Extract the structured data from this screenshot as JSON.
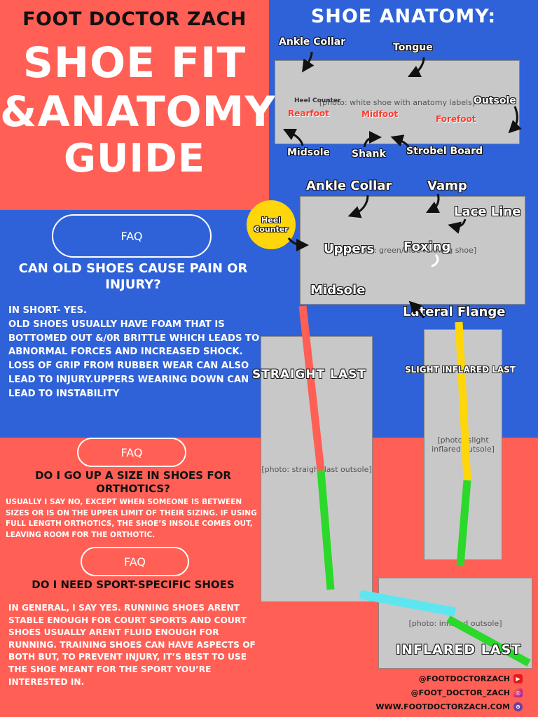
{
  "header": {
    "brand": "FOOT DOCTOR ZACH",
    "hero_line1": "SHOE FIT",
    "hero_line2": "&ANATOMY",
    "hero_line3": "GUIDE"
  },
  "anatomy": {
    "title": "SHOE ANATOMY:",
    "shoe1_labels": {
      "ankle_collar": "Ankle Collar",
      "tongue": "Tongue",
      "outsole": "Outsole",
      "heel_counter": "Heel Counter",
      "rearfoot": "Rearfoot",
      "midfoot": "Midfoot",
      "forefoot": "Forefoot",
      "midsole": "Midsole",
      "shank": "Shank",
      "strobel_board": "Strobel Board"
    },
    "shoe2_labels": {
      "ankle_collar": "Ankle Collar",
      "vamp": "Vamp",
      "lace_line": "Lace Line",
      "heel_counter": "Heel Counter",
      "uppers": "Uppers",
      "foxing": "Foxing",
      "midsole": "Midsole",
      "lateral_flange": "Lateral Flange"
    },
    "shoe1_image": "[photo: white shoe with anatomy labels]",
    "shoe2_image": "[photo: green/blue running shoe]"
  },
  "lasts": {
    "straight": "STRAIGHT  LAST",
    "slight_inflared": "SLIGHT INFLARED LAST",
    "inflared": "INFLARED LAST",
    "sole1_image": "[photo: straight last outsole]",
    "sole2_image": "[photo: slight inflared outsole]",
    "sole3_image": "[photo: inflared outsole]"
  },
  "faq": {
    "pill_label": "FAQ",
    "items": [
      {
        "question": "CAN OLD SHOES CAUSE PAIN OR INJURY?",
        "answer_lines": [
          "IN SHORT- YES.",
          "OLD SHOES USUALLY HAVE FOAM THAT IS BOTTOMED OUT &/0R BRITTLE WHICH LEADS TO ABNORMAL FORCES AND INCREASED SHOCK. LOSS OF GRIP FROM RUBBER WEAR CAN ALSO LEAD TO INJURY.UPPERS WEARING DOWN CAN LEAD TO INSTABILITY"
        ]
      },
      {
        "question": "DO I GO UP A SIZE IN SHOES FOR ORTHOTICS?",
        "answer": "USUALLY I SAY NO, EXCEPT WHEN SOMEONE IS BETWEEN SIZES OR IS ON THE UPPER LIMIT OF THEIR SIZING. IF USING FULL LENGTH ORTHOTICS, THE SHOE’S INSOLE COMES OUT, LEAVING ROOM FOR THE ORTHOTIC."
      },
      {
        "question": "DO I NEED SPORT-SPECIFIC SHOES",
        "answer": "IN GENERAL, I SAY YES. RUNNING SHOES ARENT STABLE ENOUGH FOR COURT SPORTS AND COURT SHOES USUALLY ARENT FLUID ENOUGH FOR RUNNING. TRAINING SHOES CAN HAVE ASPECTS OF BOTH BUT, TO PREVENT INJURY, IT’S BEST TO USE THE SHOE MEANT FOR THE SPORT YOU’RE INTERESTED IN."
      }
    ]
  },
  "social": {
    "youtube": "@FOOTDOCTORZACH",
    "instagram": "@FOOT_DOCTOR_ZACH",
    "website": "WWW.FOOTDOCTORZACH.COM",
    "youtube_icon": "youtube-icon",
    "instagram_icon": "instagram-icon",
    "website_icon": "globe-icon"
  },
  "colors": {
    "red": "#ff5f55",
    "blue": "#2f62d8",
    "yellow": "#ffd60a",
    "green": "#2bd92b",
    "cyan": "#5ee6f0"
  }
}
